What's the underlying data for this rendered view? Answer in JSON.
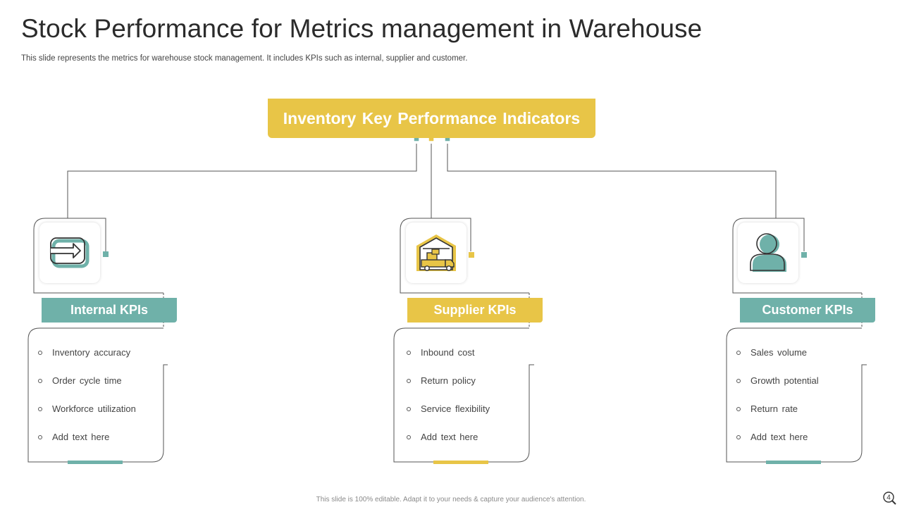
{
  "title": "Stock Performance for Metrics management in Warehouse",
  "subtitle": "This slide represents the metrics for warehouse stock management. It includes KPIs such as internal, supplier and customer.",
  "center_label": "Inventory Key Performance Indicators",
  "colors": {
    "teal": "#6fb1a9",
    "yellow": "#e8c547",
    "line": "#555555"
  },
  "branches": [
    {
      "label": "Internal KPIs",
      "icon": "exchange-arrow-icon",
      "accent": "#6fb1a9",
      "items": [
        "Inventory accuracy",
        "Order cycle time",
        "Workforce utilization",
        "Add text here"
      ]
    },
    {
      "label": "Supplier KPIs",
      "icon": "warehouse-truck-icon",
      "accent": "#e8c547",
      "items": [
        "Inbound cost",
        "Return policy",
        "Service flexibility",
        "Add text here"
      ]
    },
    {
      "label": "Customer KPIs",
      "icon": "user-icon",
      "accent": "#6fb1a9",
      "items": [
        "Sales volume",
        "Growth potential",
        "Return rate",
        "Add text here"
      ]
    }
  ],
  "footer": "This slide is 100% editable. Adapt it to your needs & capture your audience's attention.",
  "page_number": "4"
}
